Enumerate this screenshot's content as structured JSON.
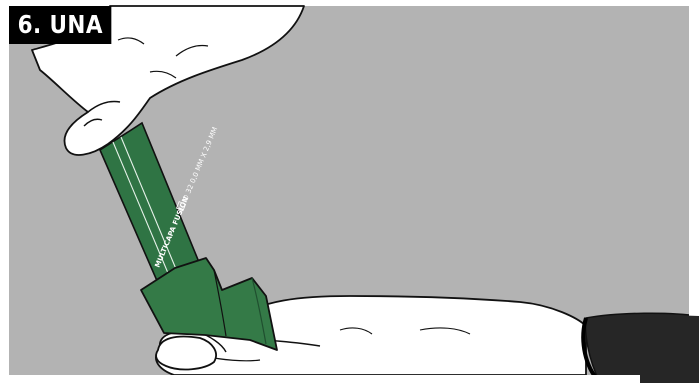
{
  "step_label": "6. UNA",
  "pipe_print": {
    "brand_text": "MULTICAPA FUSION",
    "spec_text": "∅ 32  0,0 MM  X  2,9 MM"
  },
  "colors": {
    "panel_background": "#b3b3b3",
    "pipe_green": "#2f7444",
    "fitting_green": "#347a47",
    "outline": "#111111",
    "sleeve": "#262626",
    "skin": "#ffffff"
  },
  "icons": {
    "pipe_logo_glyph": "certification-mark-icon"
  }
}
